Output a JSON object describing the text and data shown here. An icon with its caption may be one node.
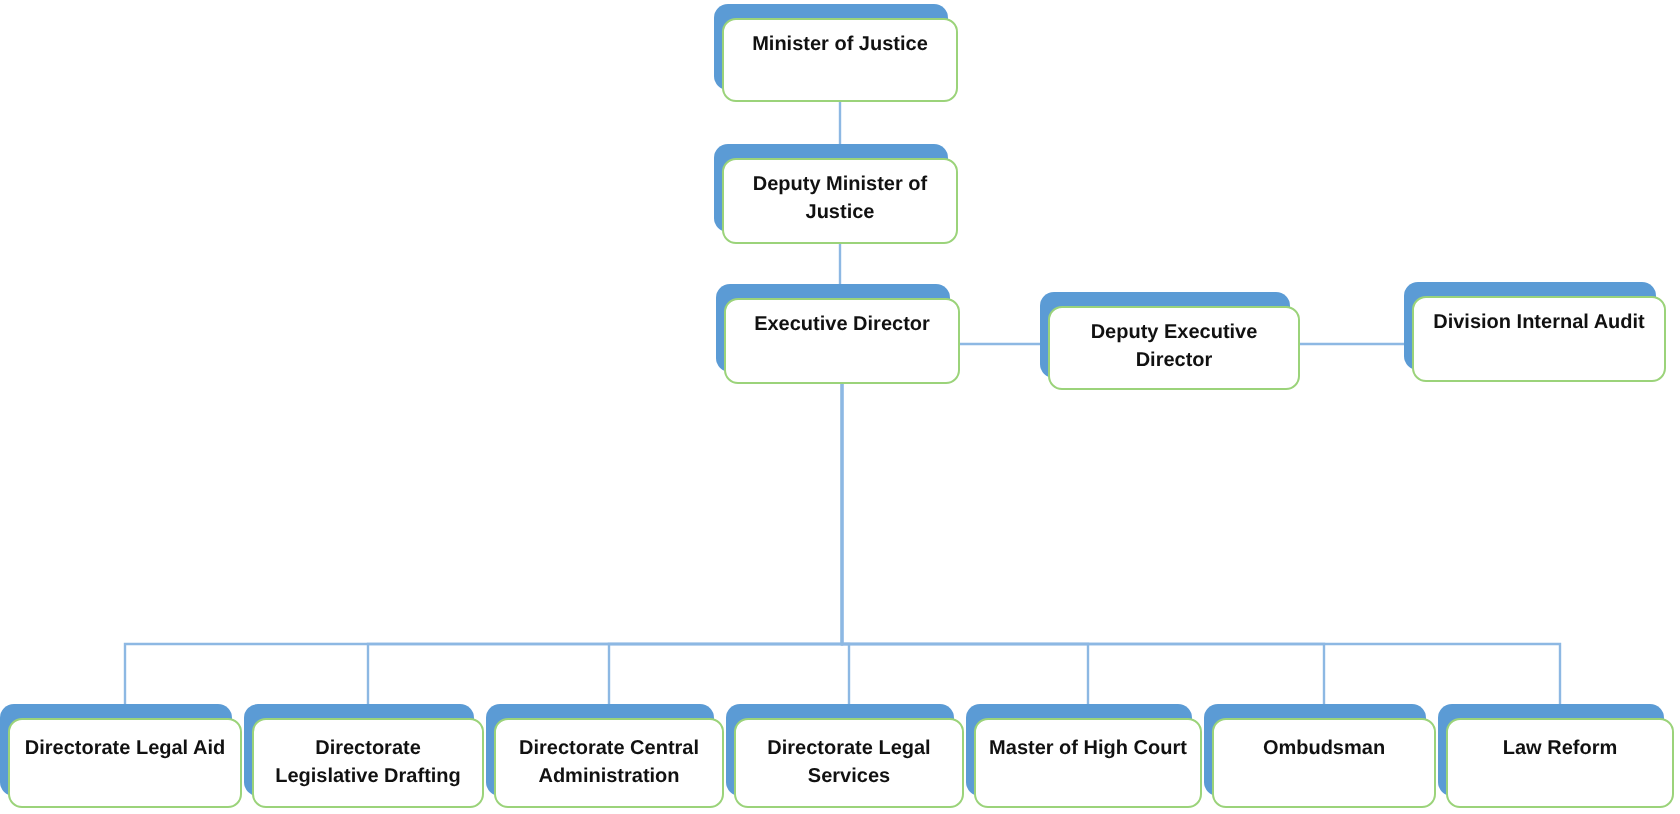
{
  "diagram": {
    "nodes": [
      {
        "text": [
          "Minister of Justice"
        ]
      },
      {
        "text": [
          "Deputy Minister of Justice"
        ]
      },
      {
        "text": [
          "Executive Director"
        ]
      },
      {
        "text": [
          "Deputy Executive Director"
        ]
      },
      {
        "text": [
          "Division Internal Audit"
        ]
      },
      {
        "text": [
          "Directorate Legal Aid"
        ]
      },
      {
        "text": [
          "Directorate Legislative Drafting"
        ]
      },
      {
        "text": [
          "Directorate Central Administration"
        ]
      },
      {
        "text": [
          "Directorate Legal Services"
        ]
      },
      {
        "text": [
          "Master of High Court"
        ]
      },
      {
        "text": [
          "Ombudsman"
        ]
      },
      {
        "text": [
          "Law Reform"
        ]
      }
    ],
    "edges": [
      {
        "from": 0,
        "to": 1,
        "arrow": "none"
      },
      {
        "from": 1,
        "to": 2,
        "arrow": "none"
      },
      {
        "from": 2,
        "to": 3,
        "arrow": "none"
      },
      {
        "from": 3,
        "to": 4,
        "arrow": "none"
      },
      {
        "from": 2,
        "to": 5,
        "arrow": "none"
      },
      {
        "from": 2,
        "to": 6,
        "arrow": "none"
      },
      {
        "from": 2,
        "to": 7,
        "arrow": "none"
      },
      {
        "from": 2,
        "to": 8,
        "arrow": "none"
      },
      {
        "from": 2,
        "to": 9,
        "arrow": "none"
      },
      {
        "from": 2,
        "to": 10,
        "arrow": "none"
      },
      {
        "from": 2,
        "to": 11,
        "arrow": "none"
      }
    ]
  }
}
